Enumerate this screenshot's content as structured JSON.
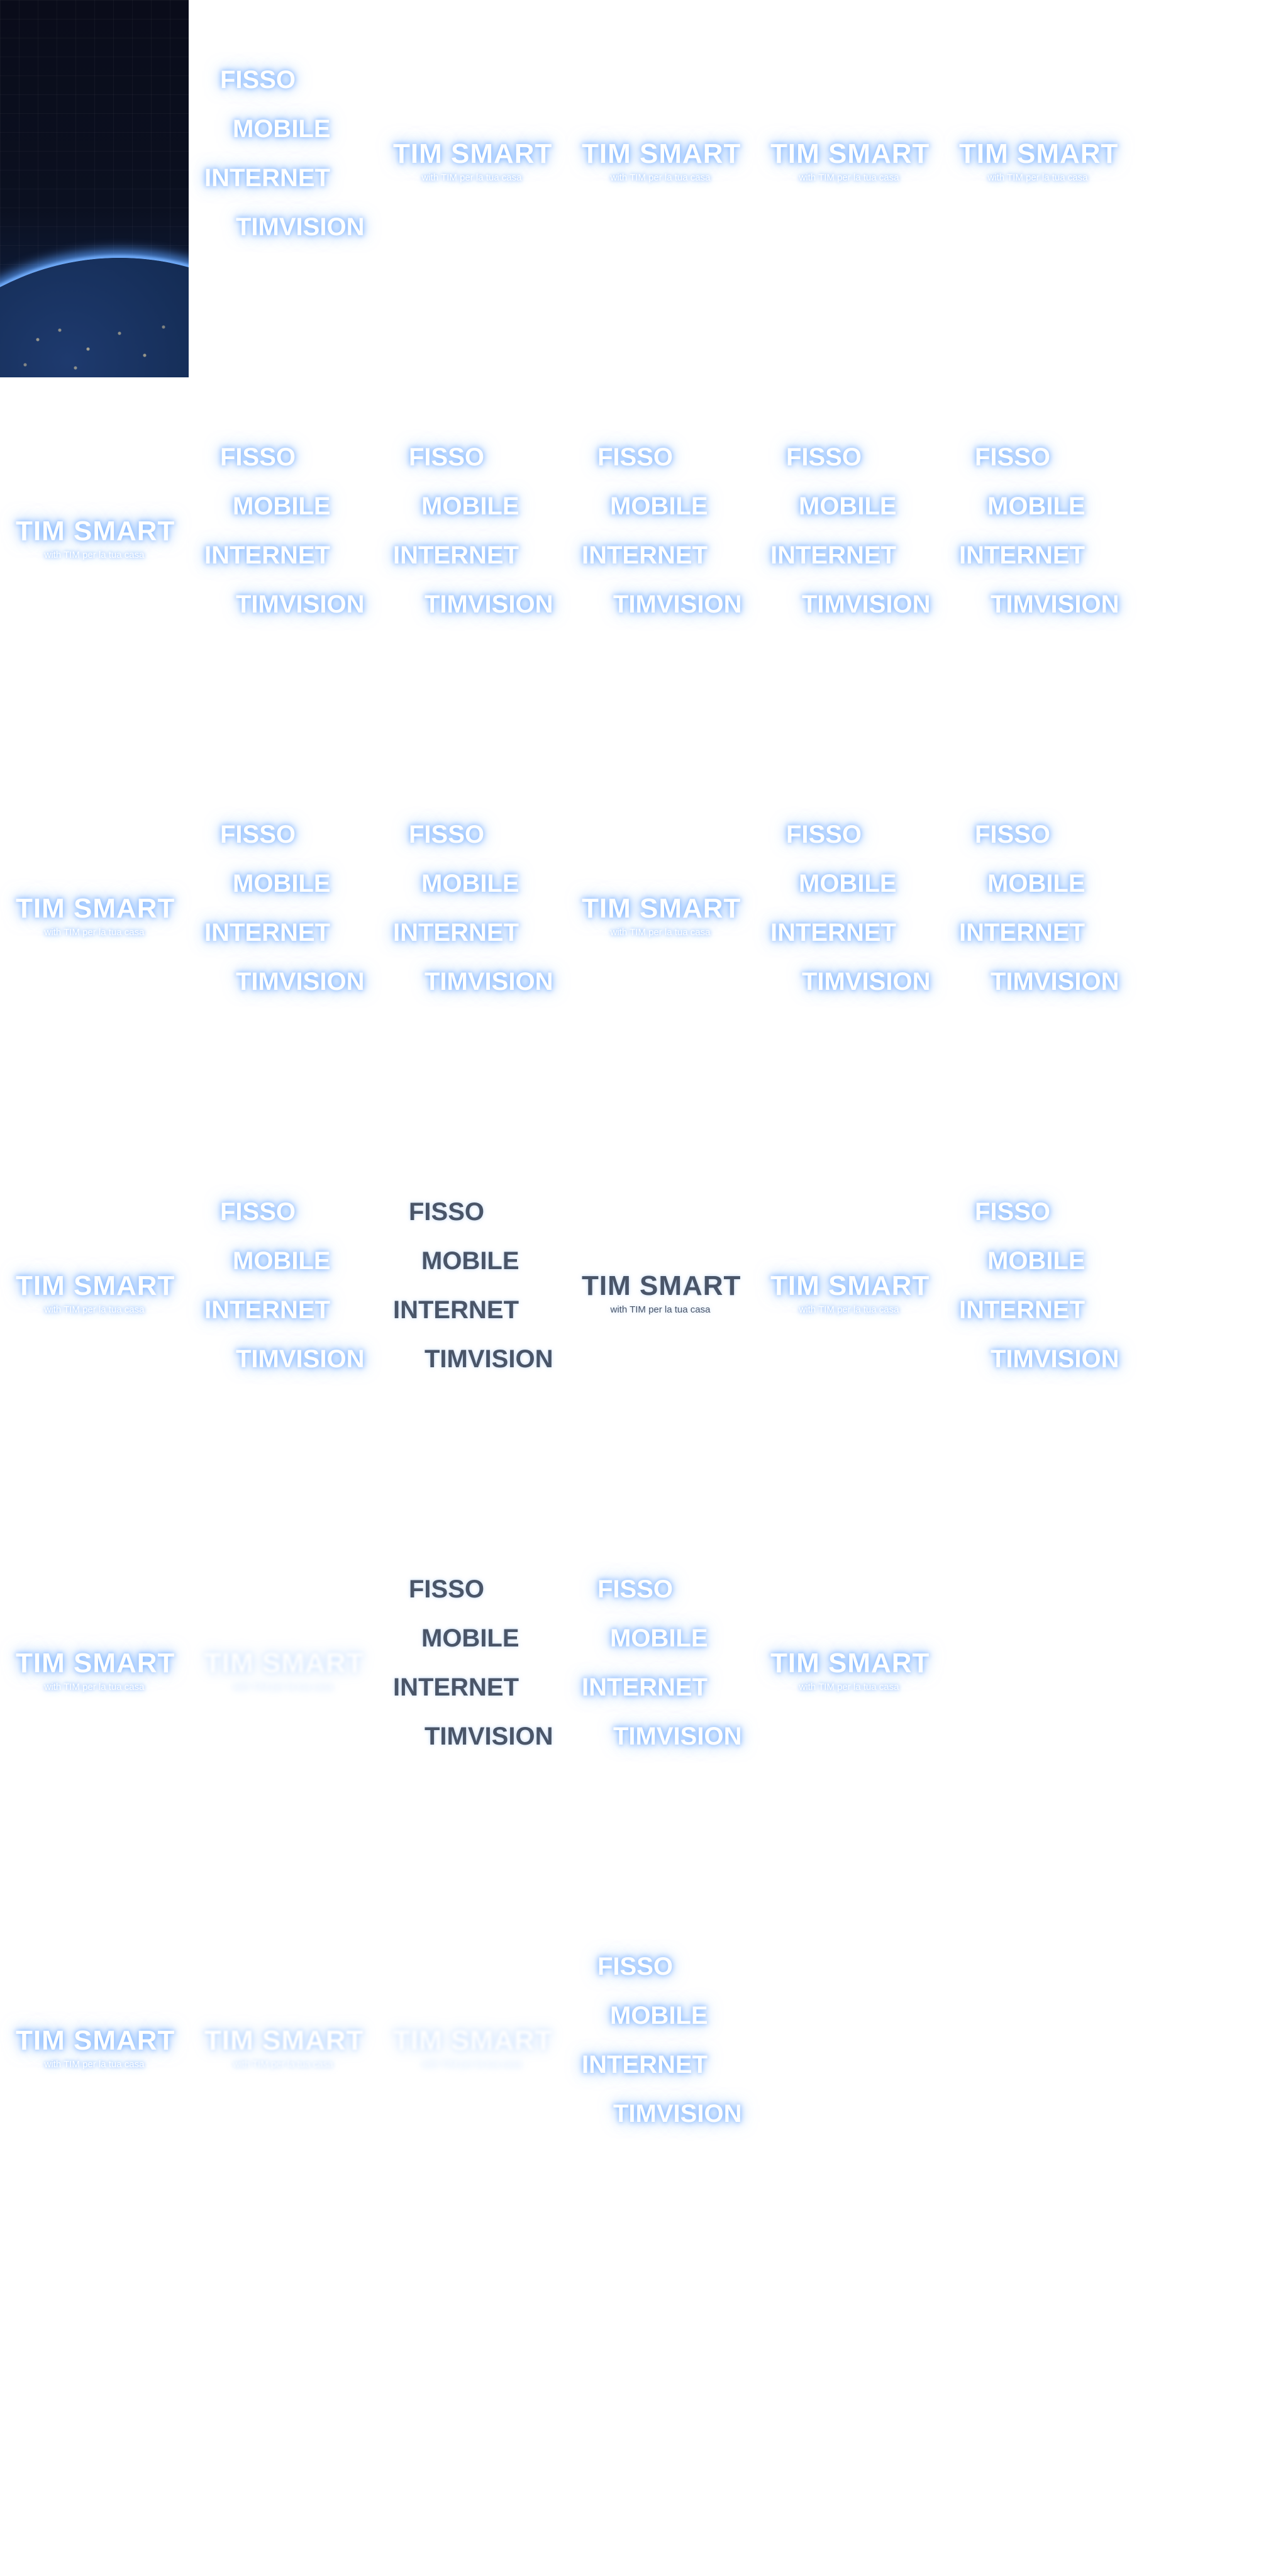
{
  "cells": [
    {
      "type": "earth"
    },
    {
      "type": "menu"
    },
    {
      "type": "smart"
    },
    {
      "type": "smart"
    },
    {
      "type": "smart"
    },
    {
      "type": "smart"
    },
    {
      "type": "smart"
    },
    {
      "type": "menu"
    },
    {
      "type": "menu"
    },
    {
      "type": "menu"
    },
    {
      "type": "menu"
    },
    {
      "type": "menu"
    },
    {
      "type": "smart"
    },
    {
      "type": "menu"
    },
    {
      "type": "menu"
    },
    {
      "type": "smart"
    },
    {
      "type": "menu"
    },
    {
      "type": "menu"
    },
    {
      "type": "smart"
    },
    {
      "type": "menu"
    },
    {
      "type": "menu",
      "variant": "dim"
    },
    {
      "type": "smart",
      "variant": "dim"
    },
    {
      "type": "smart"
    },
    {
      "type": "menu"
    },
    {
      "type": "smart"
    },
    {
      "type": "smart",
      "variant": "ghost"
    },
    {
      "type": "menu",
      "variant": "dim"
    },
    {
      "type": "menu"
    },
    {
      "type": "smart"
    },
    {
      "type": "empty"
    },
    {
      "type": "smart"
    },
    {
      "type": "smart",
      "variant": "fade"
    },
    {
      "type": "smart",
      "variant": "ghost"
    },
    {
      "type": "menu"
    },
    {
      "type": "empty"
    },
    {
      "type": "empty"
    }
  ],
  "logo": {
    "name": "TIM SMART",
    "tagline": "with TIM per la tua casa"
  },
  "menu": {
    "items": [
      "FISSO",
      "MOBILE",
      "INTERNET",
      "TIMVISION"
    ]
  },
  "colors": {
    "glow": "#6eaaff",
    "text": "#ffffff",
    "space": "#0b1020"
  }
}
